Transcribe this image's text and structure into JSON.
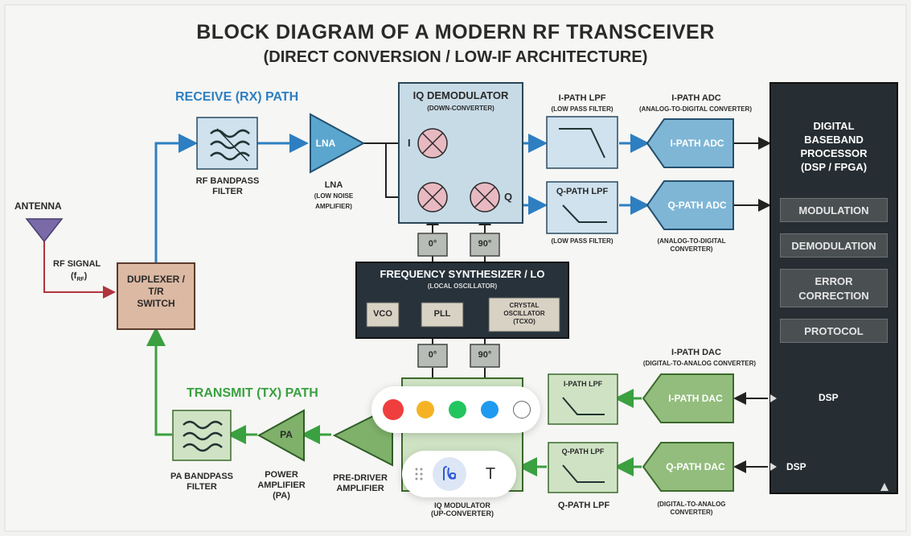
{
  "title": "BLOCK DIAGRAM OF A MODERN RF TRANSCEIVER",
  "subtitle": "(DIRECT CONVERSION / LOW-IF ARCHITECTURE)",
  "rx_path_label": "RECEIVE (RX) PATH",
  "tx_path_label": "TRANSMIT (TX) PATH",
  "antenna": {
    "label": "ANTENNA",
    "signal": "RF SIGNAL",
    "signal_sub": "(f",
    "signal_subscript": "RF",
    "signal_close": ")"
  },
  "duplexer": {
    "line1": "DUPLEXER /",
    "line2": "T/R",
    "line3": "SWITCH"
  },
  "rf_bpf": {
    "line1": "RF BANDPASS",
    "line2": "FILTER"
  },
  "lna": {
    "symbol": "LNA",
    "line1": "LNA",
    "line2": "(LOW NOISE",
    "line3": "AMPLIFIER)"
  },
  "iq_demod": {
    "title": "IQ DEMODULATOR",
    "sub": "(DOWN-CONVERTER)",
    "i_label": "I",
    "q_label": "Q"
  },
  "phase": {
    "p0": "0°",
    "p90": "90°"
  },
  "i_lpf_rx": {
    "title": "I-PATH LPF",
    "sub": "(LOW PASS FILTER)"
  },
  "q_lpf_rx": {
    "inside": "Q-PATH LPF",
    "sub": "(LOW PASS FILTER)"
  },
  "i_adc": {
    "title": "I-PATH ADC",
    "sub": "(ANALOG-TO-DIGITAL CONVERTER)",
    "inside": "I-PATH ADC"
  },
  "q_adc": {
    "inside": "Q-PATH ADC",
    "sub1": "(ANALOG-TO-DIGITAL",
    "sub2": "CONVERTER)"
  },
  "dsp": {
    "line1": "DIGITAL",
    "line2": "BASEBAND",
    "line3": "PROCESSOR",
    "line4": "(DSP / FPGA)",
    "items": [
      "MODULATION",
      "DEMODULATION",
      "ERROR\nCORRECTION",
      "PROTOCOL"
    ],
    "dsp1": "DSP",
    "dsp2": "DSP"
  },
  "synth": {
    "title": "FREQUENCY SYNTHESIZER / LO",
    "sub": "(LOCAL OSCILLATOR)",
    "vco": "VCO",
    "pll": "PLL",
    "xtal1": "CRYSTAL",
    "xtal2": "OSCILLATOR",
    "xtal3": "(TCXO)"
  },
  "i_dac": {
    "title": "I-PATH DAC",
    "sub": "(DIGITAL-TO-ANALOG CONVERTER)",
    "inside": "I-PATH DAC"
  },
  "q_dac": {
    "inside": "Q-PATH DAC",
    "sub1": "(DIGITAL-TO-ANALOG",
    "sub2": "CONVERTER)"
  },
  "i_lpf_tx": {
    "inside": "I-PATH LPF"
  },
  "q_lpf_tx": {
    "inside": "Q-PATH LPF",
    "label": "Q-PATH LPF"
  },
  "iq_mod": {
    "line1": "IQ MODULATOR",
    "line2": "(UP-CONVERTER)"
  },
  "pre_driver": {
    "line1": "PRE-DRIVER",
    "line2": "AMPLIFIER"
  },
  "pa": {
    "symbol": "PA",
    "line1": "POWER",
    "line2": "AMPLIFIER",
    "line3": "(PA)"
  },
  "pa_bpf": {
    "line1": "PA BANDPASS",
    "line2": "FILTER"
  },
  "toolbar": {
    "colors": [
      "#ef3e3e",
      "#f5b324",
      "#23c55e",
      "#1e9bf0",
      "#ffffff"
    ],
    "text_tool": "T"
  }
}
